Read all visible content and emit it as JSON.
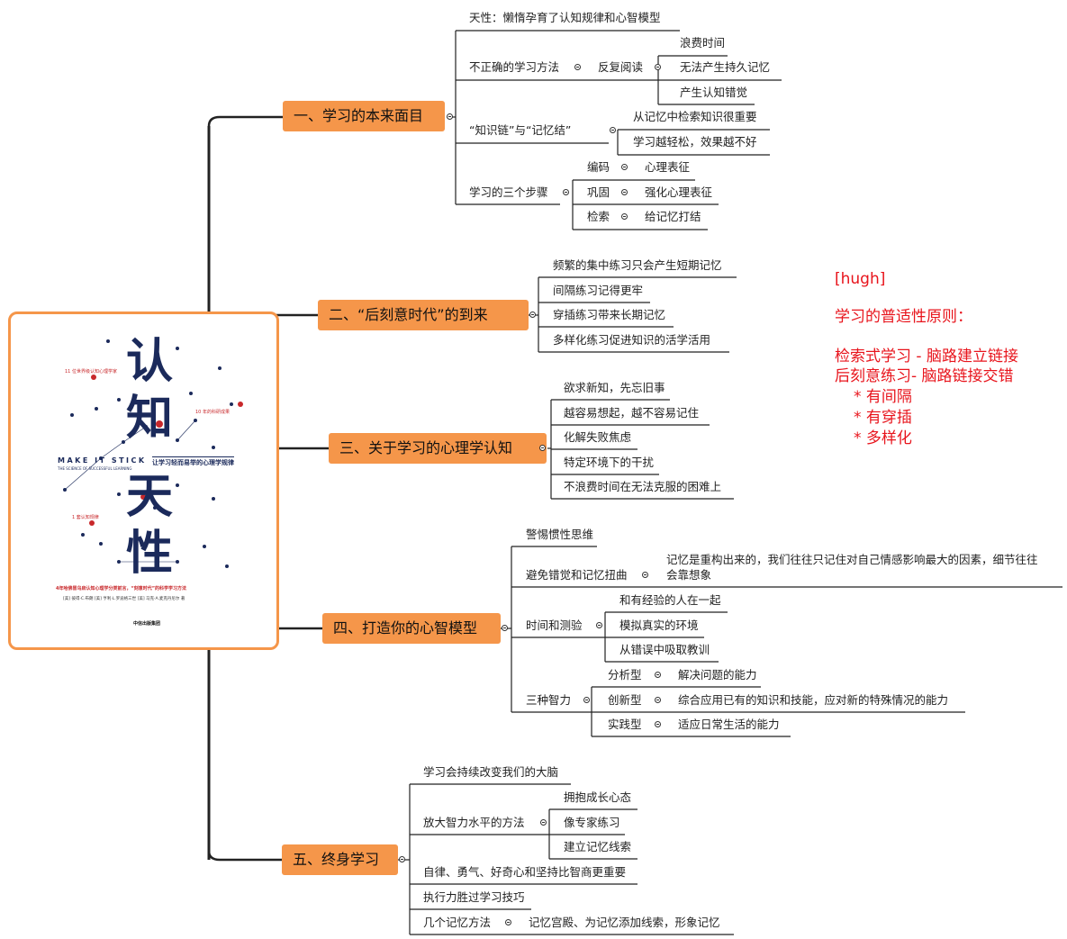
{
  "colors": {
    "branch": "#f5964a",
    "note": "#e8141c",
    "navy": "#1b2a5b",
    "line": "#222222"
  },
  "book": {
    "title_chars": [
      "认",
      "知",
      "天",
      "性"
    ],
    "en_title": "MAKE IT STICK",
    "en_subtitle": "THE SCIENCE OF SUCCESSFUL LEARNING",
    "cn_subtitle": "让学习轻而易举的心理学规律",
    "tagline": "4年哈佛冒乌启认知心理学分类前言，“刻意时代”的科学学习方法",
    "authors": "[美] 彼得·C.布朗 [美] 亨利·L.罗迪格三世 [美] 马克·A.麦克丹尼尔 著",
    "publisher": "中信出版集团",
    "annotations": [
      "11 位世界级认知心理学家",
      "10 年的科研成果",
      "1 套认知规律"
    ]
  },
  "b1": {
    "title": "一、学习的本来面目",
    "n1": "天性：懒惰孕育了认知规律和心智模型",
    "n2": "不正确的学习方法",
    "n2a": "反复阅读",
    "n2a1": "浪费时间",
    "n2a2": "无法产生持久记忆",
    "n2a3": "产生认知错觉",
    "n3": "“知识链”与“记忆结”",
    "n3a": "从记忆中检索知识很重要",
    "n3b": "学习越轻松，效果越不好",
    "n4": "学习的三个步骤",
    "n4a": "编码",
    "n4a1": "心理表征",
    "n4b": "巩固",
    "n4b1": "强化心理表征",
    "n4c": "检索",
    "n4c1": "给记忆打结"
  },
  "b2": {
    "title": "二、“后刻意时代”的到来",
    "items": [
      "频繁的集中练习只会产生短期记忆",
      "间隔练习记得更牢",
      "穿插练习带来长期记忆",
      "多样化练习促进知识的活学活用"
    ]
  },
  "b3": {
    "title": "三、关于学习的心理学认知",
    "items": [
      "欲求新知，先忘旧事",
      "越容易想起，越不容易记住",
      "化解失败焦虑",
      "特定环境下的干扰",
      "不浪费时间在无法克服的困难上"
    ]
  },
  "b4": {
    "title": "四、打造你的心智模型",
    "n1": "警惕惯性思维",
    "n2": "避免错觉和记忆扭曲",
    "n2a_line1": "记忆是重构出来的，我们往往只记住对自己情感影响最大的因素，细节往往",
    "n2a_line2": "会靠想象",
    "n3": "时间和测验",
    "n3a": "和有经验的人在一起",
    "n3b": "模拟真实的环境",
    "n3c": "从错误中吸取教训",
    "n4": "三种智力",
    "n4a": "分析型",
    "n4a1": "解决问题的能力",
    "n4b": "创新型",
    "n4b1": "综合应用已有的知识和技能，应对新的特殊情况的能力",
    "n4c": "实践型",
    "n4c1": "适应日常生活的能力"
  },
  "b5": {
    "title": "五、终身学习",
    "n1": "学习会持续改变我们的大脑",
    "n2": "放大智力水平的方法",
    "n2a": "拥抱成长心态",
    "n2b": "像专家练习",
    "n2c": "建立记忆线索",
    "n3": "自律、勇气、好奇心和坚持比智商更重要",
    "n4": "执行力胜过学习技巧",
    "n5": "几个记忆方法",
    "n5a": "记忆宫殿、为记忆添加线索，形象记忆"
  },
  "note": {
    "tag": "[hugh]",
    "heading": "学习的普适性原则：",
    "line1": "检索式学习 - 脑路建立链接",
    "line2": "后刻意练习-  脑路链接交错",
    "b1": "* 有间隔",
    "b2": "* 有穿插",
    "b3": "* 多样化"
  }
}
